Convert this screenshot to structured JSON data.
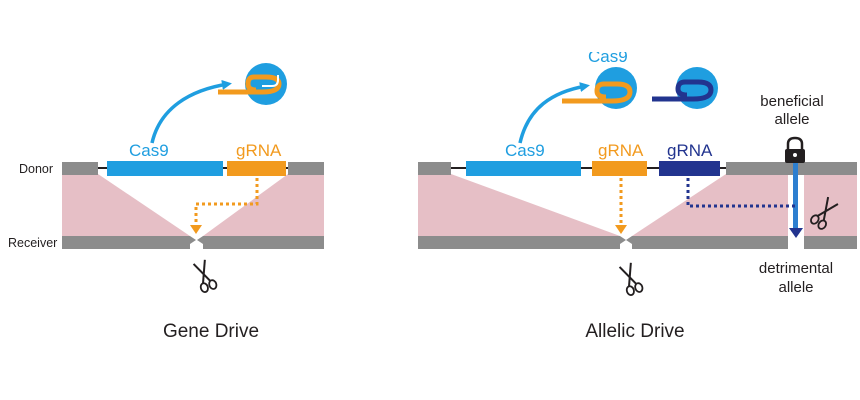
{
  "colors": {
    "cas9": "#1f9ee0",
    "grna": "#f29a1e",
    "grna2": "#22348f",
    "chromosome": "#8c8c8c",
    "region": "#e6bfc6",
    "text": "#231f20"
  },
  "icons": [
    "cas9-protein-icon",
    "lock-icon",
    "scissors-icon",
    "arrow-icon"
  ],
  "gene_drive": {
    "donor_label": "Donor",
    "receiver_label": "Receiver",
    "cas9_label": "Cas9",
    "grna_label": "gRNA",
    "title": "Gene Drive"
  },
  "allelic_drive": {
    "cas9_label": "Cas9",
    "cas9_top_label": "Cas9",
    "grna_label": "gRNA",
    "grna2_label": "gRNA",
    "beneficial_line1": "beneficial",
    "beneficial_line2": "allele",
    "detrimental_line1": "detrimental",
    "detrimental_line2": "allele",
    "title": "Allelic Drive"
  }
}
